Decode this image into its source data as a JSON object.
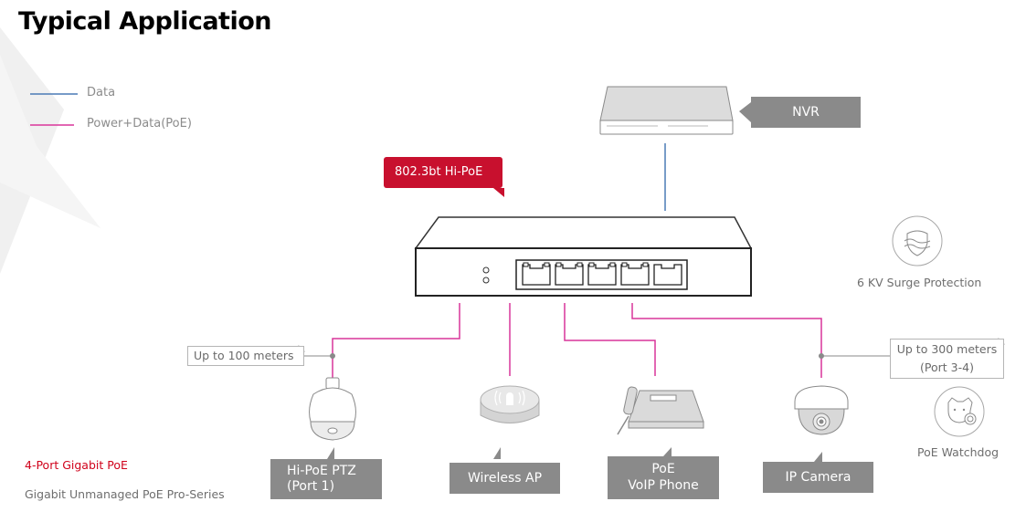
{
  "title": "Typical Application",
  "legend": {
    "items": [
      {
        "label": "Data",
        "color": "#4a7ab5"
      },
      {
        "label": "Power+Data(PoE)",
        "color": "#d9359a"
      }
    ]
  },
  "switch": {
    "callout": "802.3bt Hi-PoE",
    "callout_color": "#c8102e",
    "port_count": 5
  },
  "nvr": {
    "label": "NVR"
  },
  "features": [
    {
      "icon": "shield-wave-icon",
      "label": "6 KV Surge Protection"
    },
    {
      "icon": "watchdog-icon",
      "label": "PoE Watchdog"
    }
  ],
  "distance_notes": {
    "left": "Up to 100 meters",
    "right_line1": "Up to 300 meters",
    "right_line2": "(Port 3-4)"
  },
  "devices": [
    {
      "id": "ptz",
      "label_line1": "Hi-PoE PTZ",
      "label_line2": "(Port 1)"
    },
    {
      "id": "ap",
      "label_line1": "Wireless AP",
      "label_line2": ""
    },
    {
      "id": "phone",
      "label_line1": "PoE",
      "label_line2": "VoIP Phone"
    },
    {
      "id": "camera",
      "label_line1": "IP Camera",
      "label_line2": ""
    }
  ],
  "product": {
    "name": "4-Port Gigabit PoE",
    "series": "Gigabit Unmanaged PoE Pro-Series",
    "name_color": "#d0021b"
  }
}
